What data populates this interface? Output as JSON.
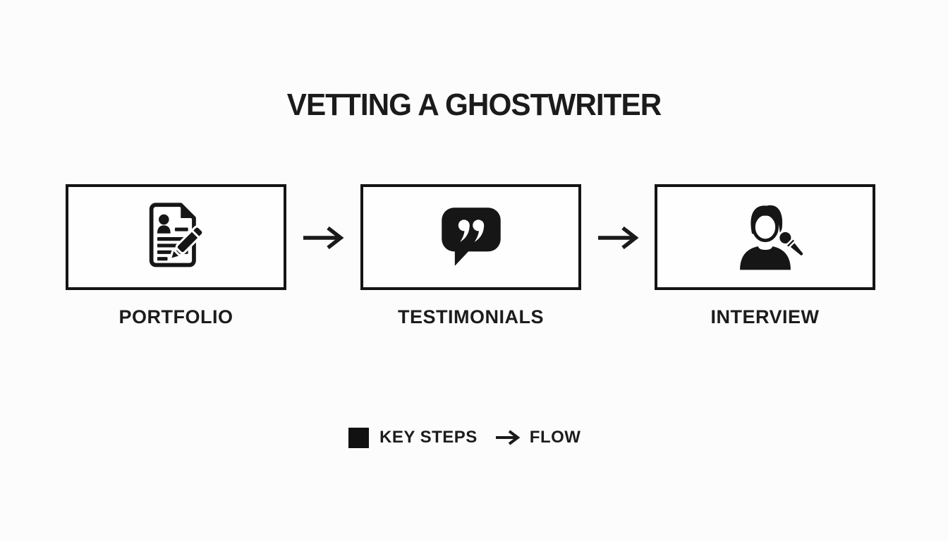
{
  "title": "VETTING A GHOSTWRITER",
  "steps": [
    {
      "label": "PORTFOLIO",
      "icon": "resume-pencil-icon"
    },
    {
      "label": "TESTIMONIALS",
      "icon": "quote-bubble-icon"
    },
    {
      "label": "INTERVIEW",
      "icon": "person-microphone-icon"
    }
  ],
  "connectors": [
    {
      "icon": "right-arrow-icon"
    },
    {
      "icon": "right-arrow-icon"
    }
  ],
  "legend": {
    "key_steps_label": "KEY STEPS",
    "flow_label": "FLOW",
    "swatch": "black-square",
    "flow_icon": "right-arrow-icon"
  },
  "colors": {
    "ink": "#161616",
    "background": "#fcfcfc",
    "box_background": "#fffefe"
  }
}
